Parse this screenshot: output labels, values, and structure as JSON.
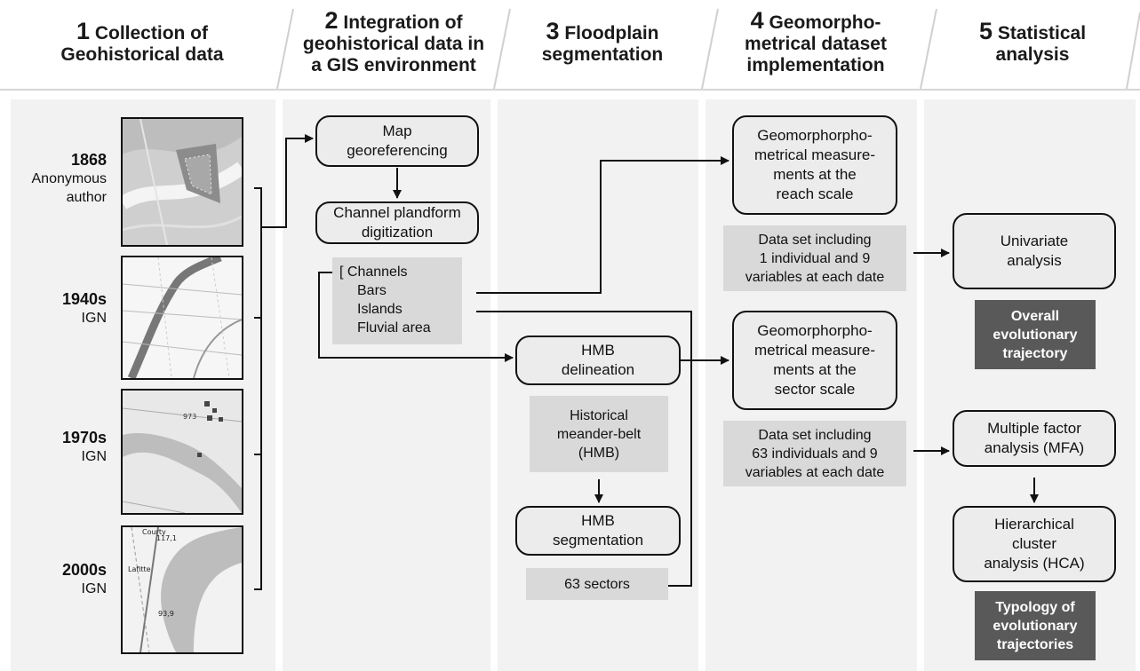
{
  "columns": [
    {
      "num": "1",
      "title_line1": "Collection of",
      "title_line2": "Geohistorical data",
      "title_line3": ""
    },
    {
      "num": "2",
      "title_line1": "Integration of",
      "title_line2": "geohistorical data in",
      "title_line3": "a GIS environment"
    },
    {
      "num": "3",
      "title_line1": "Floodplain",
      "title_line2": "segmentation",
      "title_line3": ""
    },
    {
      "num": "4",
      "title_line1": "Geomorpho-",
      "title_line2": "metrical dataset",
      "title_line3": "implementation"
    },
    {
      "num": "5",
      "title_line1": "Statistical",
      "title_line2": "analysis",
      "title_line3": ""
    }
  ],
  "maps": [
    {
      "year": "1868",
      "source_line1": "Anonymous",
      "source_line2": "author"
    },
    {
      "year": "1940s",
      "source_line1": "IGN",
      "source_line2": ""
    },
    {
      "year": "1970s",
      "source_line1": "IGN",
      "source_line2": ""
    },
    {
      "year": "2000s",
      "source_line1": "IGN",
      "source_line2": ""
    }
  ],
  "map_text": {
    "m3_a": "973",
    "m4_a": "117,1",
    "m4_b": "Lafitte",
    "m4_c": "93,9",
    "m4_d": "Courty"
  },
  "col2": {
    "georef_l1": "Map",
    "georef_l2": "georeferencing",
    "digit_l1": "Channel plandform",
    "digit_l2": "digitization",
    "list": [
      "[ Channels",
      "Bars",
      "Islands",
      "Fluvial area"
    ]
  },
  "col3": {
    "hmb_del_l1": "HMB",
    "hmb_del_l2": "delineation",
    "hist_l1": "Historical",
    "hist_l2": "meander-belt",
    "hist_l3": "(HMB)",
    "hmb_seg_l1": "HMB",
    "hmb_seg_l2": "segmentation",
    "sectors": "63 sectors"
  },
  "col4": {
    "reach_l1": "Geomorphorpho-",
    "reach_l2": "metrical measure-",
    "reach_l3": "ments at the",
    "reach_l4": "reach scale",
    "ds1_l1": "Data set including",
    "ds1_l2": "1 individual and 9",
    "ds1_l3": "variables at each date",
    "sector_l1": "Geomorphorpho-",
    "sector_l2": "metrical measure-",
    "sector_l3": "ments at the",
    "sector_l4": "sector scale",
    "ds2_l1": "Data set including",
    "ds2_l2": "63 individuals and 9",
    "ds2_l3": "variables at each date"
  },
  "col5": {
    "uni_l1": "Univariate",
    "uni_l2": "analysis",
    "overall_l1": "Overall",
    "overall_l2": "evolutionary",
    "overall_l3": "trajectory",
    "mfa_l1": "Multiple factor",
    "mfa_l2": "analysis (MFA)",
    "hca_l1": "Hierarchical",
    "hca_l2": "cluster",
    "hca_l3": "analysis (HCA)",
    "typ_l1": "Typology of",
    "typ_l2": "evolutionary",
    "typ_l3": "trajectories"
  },
  "colors": {
    "box_fill": "#ececec",
    "gray_fill": "#d9d9d9",
    "dark_fill": "#595959",
    "column_bg": "#f2f2f2"
  }
}
